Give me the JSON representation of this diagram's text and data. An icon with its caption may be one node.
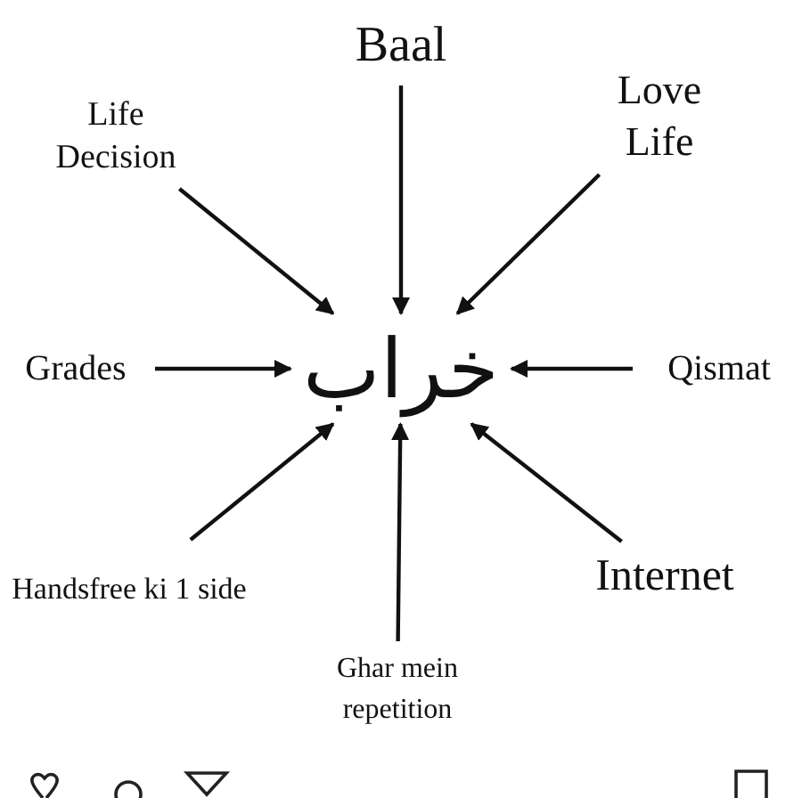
{
  "diagram": {
    "nodes": [
      {
        "text": [
          "Baal"
        ]
      },
      {
        "text": [
          "Life Decision"
        ]
      },
      {
        "text": [
          "Love Life"
        ]
      },
      {
        "text": [
          "Grades"
        ]
      },
      {
        "text": [
          "خراب"
        ]
      },
      {
        "text": [
          "Qismat"
        ]
      },
      {
        "text": [
          "Handsfree ki 1 side"
        ]
      },
      {
        "text": [
          "Internet"
        ]
      },
      {
        "text": [
          "Ghar mein repetition"
        ]
      }
    ],
    "edges": [
      {
        "from": 0,
        "to": 4,
        "arrow": "to"
      },
      {
        "from": 1,
        "to": 4,
        "arrow": "to"
      },
      {
        "from": 2,
        "to": 4,
        "arrow": "to"
      },
      {
        "from": 3,
        "to": 4,
        "arrow": "to"
      },
      {
        "from": 5,
        "to": 4,
        "arrow": "to"
      },
      {
        "from": 6,
        "to": 4,
        "arrow": "to"
      },
      {
        "from": 7,
        "to": 4,
        "arrow": "to"
      },
      {
        "from": 8,
        "to": 4,
        "arrow": "to"
      }
    ]
  }
}
